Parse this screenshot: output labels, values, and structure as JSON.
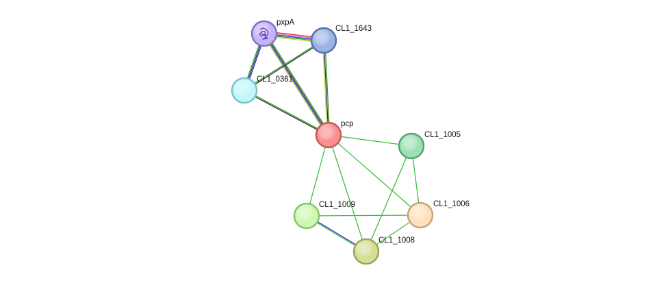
{
  "nodes": [
    {
      "id": "pxpA",
      "label": "pxpA",
      "fill": "#c5b4f6",
      "stroke": "#8470c4",
      "icon": "protein-structure-icon"
    },
    {
      "id": "CL1_1643",
      "label": "CL1_1643",
      "fill": "#9bb4e4",
      "stroke": "#5573a8"
    },
    {
      "id": "CL1_0361",
      "label": "CL1_0361",
      "fill": "#bff8fa",
      "stroke": "#7fc2c4"
    },
    {
      "id": "pcp",
      "label": "pcp",
      "fill": "#fa8f8f",
      "stroke": "#c45a5a"
    },
    {
      "id": "CL1_1005",
      "label": "CL1_1005",
      "fill": "#9ee0b3",
      "stroke": "#55a273"
    },
    {
      "id": "CL1_1009",
      "label": "CL1_1009",
      "fill": "#cdf8b0",
      "stroke": "#8cc26e"
    },
    {
      "id": "CL1_1006",
      "label": "CL1_1006",
      "fill": "#fde0bc",
      "stroke": "#c6a57a"
    },
    {
      "id": "CL1_1008",
      "label": "CL1_1008",
      "fill": "#d3df93",
      "stroke": "#9aa55a"
    }
  ],
  "edges": [
    {
      "source": "pxpA",
      "target": "CL1_1643",
      "colors": [
        "#d62728",
        "#e377c2",
        "#2b2bd0",
        "#2ca02c",
        "#c8d63a"
      ]
    },
    {
      "source": "pxpA",
      "target": "CL1_0361",
      "colors": [
        "#2b2bd0",
        "#333333",
        "#2ca02c"
      ]
    },
    {
      "source": "pxpA",
      "target": "pcp",
      "colors": [
        "#2ca02c",
        "#333333",
        "#2b2bd0",
        "#c8d63a"
      ]
    },
    {
      "source": "CL1_1643",
      "target": "CL1_0361",
      "colors": [
        "#333333",
        "#2ca02c"
      ]
    },
    {
      "source": "CL1_1643",
      "target": "pcp",
      "colors": [
        "#2ca02c",
        "#333333",
        "#c8d63a"
      ]
    },
    {
      "source": "CL1_0361",
      "target": "pcp",
      "colors": [
        "#2ca02c",
        "#333333"
      ]
    },
    {
      "source": "pcp",
      "target": "CL1_1005",
      "colors": [
        "#3cbf3c"
      ]
    },
    {
      "source": "pcp",
      "target": "CL1_1009",
      "colors": [
        "#3cbf3c"
      ]
    },
    {
      "source": "pcp",
      "target": "CL1_1006",
      "colors": [
        "#3cbf3c"
      ]
    },
    {
      "source": "pcp",
      "target": "CL1_1008",
      "colors": [
        "#3cbf3c"
      ]
    },
    {
      "source": "CL1_1005",
      "target": "CL1_1006",
      "colors": [
        "#3cbf3c"
      ]
    },
    {
      "source": "CL1_1005",
      "target": "CL1_1008",
      "colors": [
        "#3cbf3c"
      ]
    },
    {
      "source": "CL1_1009",
      "target": "CL1_1006",
      "colors": [
        "#3cbf3c"
      ]
    },
    {
      "source": "CL1_1009",
      "target": "CL1_1008",
      "colors": [
        "#2b2bd0",
        "#3cbf3c"
      ]
    },
    {
      "source": "CL1_1006",
      "target": "CL1_1008",
      "colors": [
        "#3cbf3c"
      ]
    }
  ]
}
